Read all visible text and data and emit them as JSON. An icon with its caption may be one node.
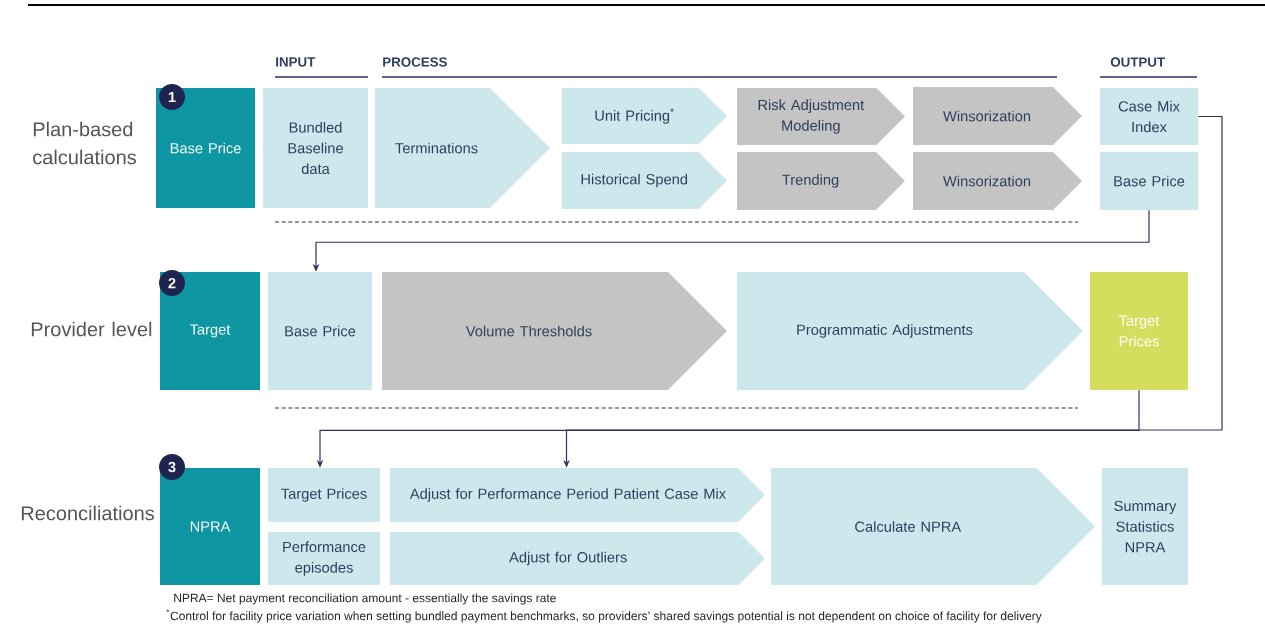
{
  "diagram": {
    "nodes": [
      {
        "text": [
          "Base Price"
        ]
      },
      {
        "text": [
          "Bundled Baseline data"
        ]
      },
      {
        "text": [
          "Terminations"
        ]
      },
      {
        "text": [
          "Unit Pricing$^{*}$"
        ]
      },
      {
        "text": [
          "Historical Spend"
        ]
      },
      {
        "text": [
          "Risk Adjustment Modeling"
        ]
      },
      {
        "text": [
          "Trending"
        ]
      },
      {
        "text": [
          "Winsorization"
        ]
      },
      {
        "text": [
          "Winsorization"
        ]
      },
      {
        "text": [
          "Case Mix Index"
        ]
      },
      {
        "text": [
          "Base Price"
        ]
      },
      {
        "text": [
          "Target"
        ]
      },
      {
        "text": [
          "Base Price"
        ]
      },
      {
        "text": [
          "Volume Thresholds"
        ]
      },
      {
        "text": [
          "Programmatic Adjustments"
        ]
      },
      {
        "text": [
          "Target Prices"
        ]
      },
      {
        "text": [
          "NPRA"
        ]
      },
      {
        "text": [
          "Target Prices"
        ]
      },
      {
        "text": [
          "Performance episodes"
        ]
      },
      {
        "text": [
          "Adjust for Performance Period Patient Case Mix"
        ]
      },
      {
        "text": [
          "Adjust for Outliers"
        ]
      },
      {
        "text": [
          "Calculate NPRA"
        ]
      },
      {
        "text": [
          "Summary Statistics NPRA"
        ]
      }
    ],
    "edges": [
      {
        "from": 10,
        "to": 12,
        "arrow": "to"
      },
      {
        "from": 9,
        "to": 19,
        "arrow": "to"
      },
      {
        "from": 15,
        "to": 17,
        "arrow": "to"
      }
    ],
    "labels": [
      "INPUT",
      "PROCESS",
      "OUTPUT",
      "1",
      "Plan-based calculations",
      "2",
      "Provider level",
      "3",
      "Reconciliations",
      "NPRA= Net payment reconciliation amount - essentially the savings rate",
      "$^{*}$Control for facility price variation when setting bundled payment benchmarks, so providers’ shared savings potential is not dependent on choice of facility for delivery"
    ]
  }
}
